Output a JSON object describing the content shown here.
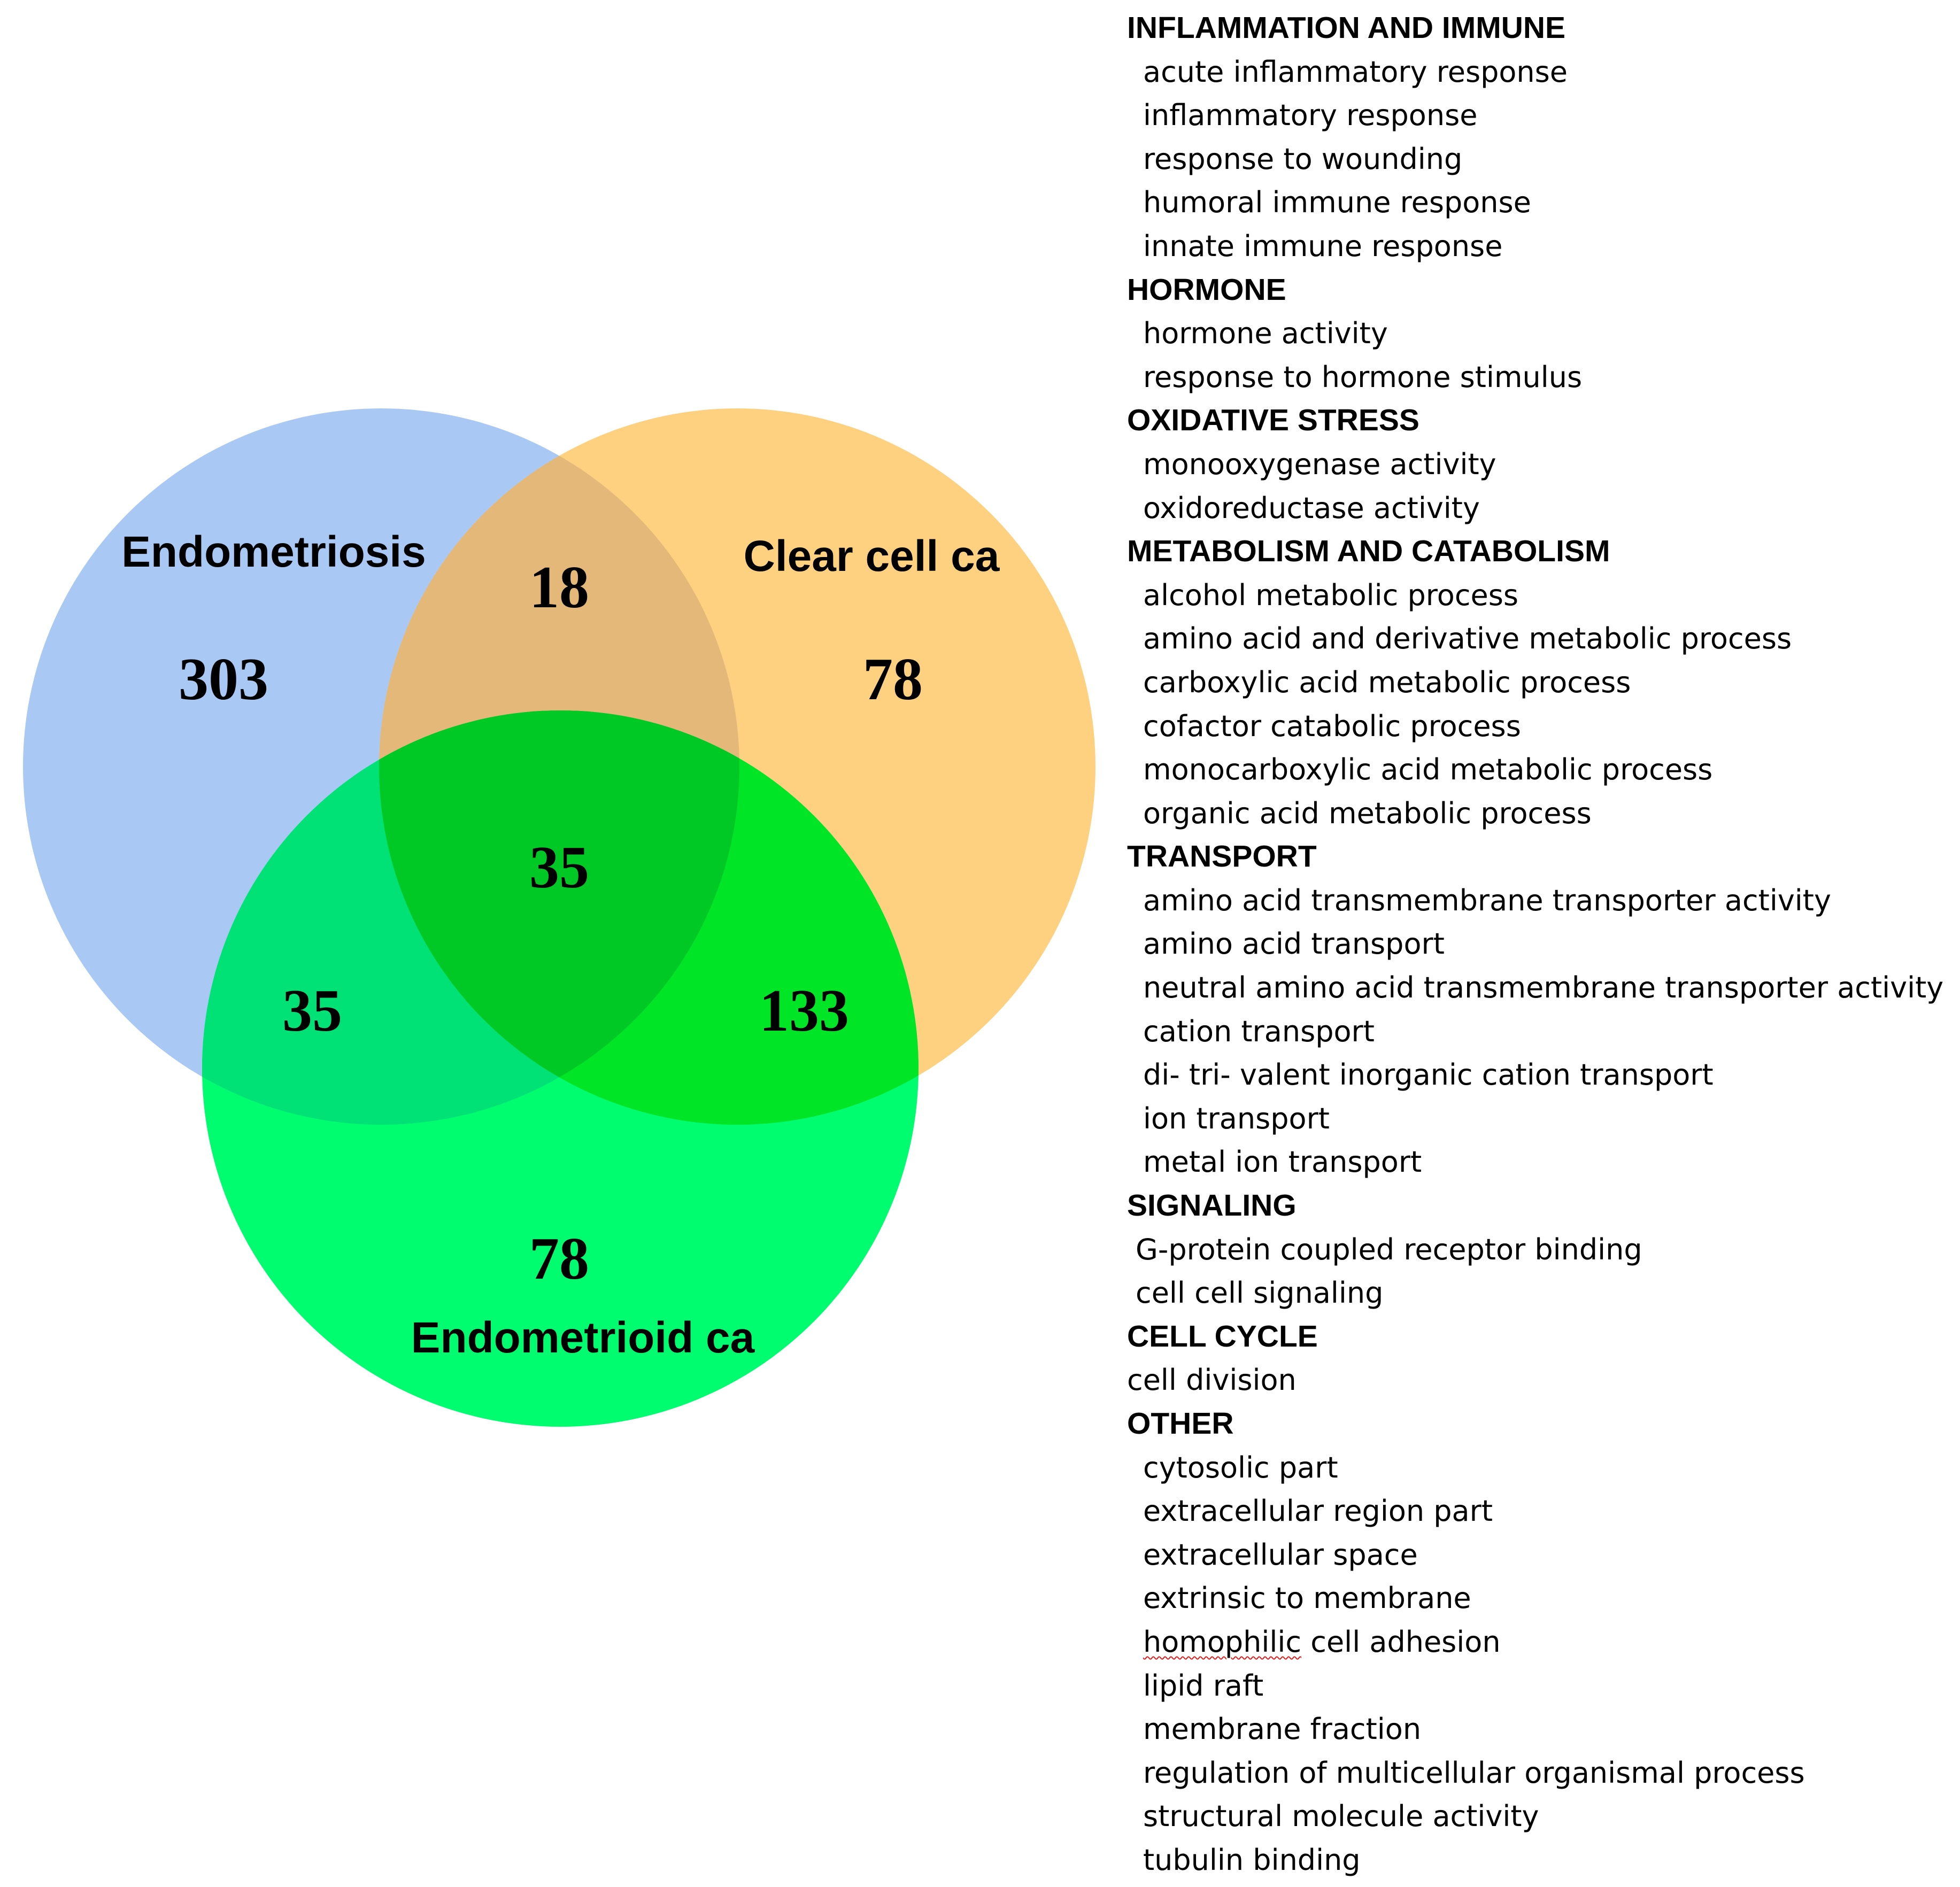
{
  "venn": {
    "sets": [
      {
        "name": "Endometriosis",
        "color": "#A9C9F4"
      },
      {
        "name": "Clear cell ca",
        "color": "#FDD180"
      },
      {
        "name": "Endometrioid ca",
        "color": "#00FD70"
      }
    ],
    "overlap_colors": {
      "endometriosis_clearcell": "#E3B878",
      "endometriosis_endometrioid": "#00E176",
      "clearcell_endometrioid": "#00E525",
      "all_three": "#00C925"
    },
    "counts": {
      "endometriosis_only": "303",
      "clearcell_only": "78",
      "endometrioid_only": "78",
      "endometriosis_clearcell": "18",
      "endometriosis_endometrioid": "35",
      "clearcell_endometrioid": "133",
      "all_three": "35"
    }
  },
  "categories": [
    {
      "heading": "INFLAMMATION AND IMMUNE",
      "terms": [
        {
          "text": "acute inflammatory response"
        },
        {
          "text": "inflammatory response"
        },
        {
          "text": "response to wounding"
        },
        {
          "text": "humoral immune response"
        },
        {
          "text": "innate immune response"
        }
      ]
    },
    {
      "heading": "HORMONE",
      "terms": [
        {
          "text": "hormone activity"
        },
        {
          "text": "response to hormone stimulus"
        }
      ]
    },
    {
      "heading": "OXIDATIVE STRESS",
      "terms": [
        {
          "text": "monooxygenase activity"
        },
        {
          "text": "oxidoreductase activity"
        }
      ]
    },
    {
      "heading": "METABOLISM AND CATABOLISM",
      "terms": [
        {
          "text": "alcohol metabolic process"
        },
        {
          "text": "amino acid and derivative metabolic process"
        },
        {
          "text": "carboxylic acid metabolic process"
        },
        {
          "text": "cofactor catabolic process"
        },
        {
          "text": "monocarboxylic acid metabolic process"
        },
        {
          "text": "organic acid metabolic process"
        }
      ]
    },
    {
      "heading": "TRANSPORT",
      "terms": [
        {
          "text": "amino acid transmembrane transporter activity"
        },
        {
          "text": "amino acid transport"
        },
        {
          "text": "neutral amino acid transmembrane transporter activity"
        },
        {
          "text": "cation transport"
        },
        {
          "text": "di- tri- valent inorganic cation transport"
        },
        {
          "text": "ion transport"
        },
        {
          "text": "metal ion transport"
        }
      ]
    },
    {
      "heading": "SIGNALING",
      "terms": [
        {
          "text": "G-protein coupled receptor binding",
          "indent": "small"
        },
        {
          "text": "cell cell signaling",
          "indent": "small"
        }
      ]
    },
    {
      "heading": "CELL CYCLE",
      "terms": [
        {
          "text": "cell division",
          "indent": "none"
        }
      ]
    },
    {
      "heading": "OTHER",
      "terms": [
        {
          "text": "cytosolic part"
        },
        {
          "text": "extracellular region part"
        },
        {
          "text": "extracellular space"
        },
        {
          "text": "extrinsic to membrane"
        },
        {
          "text": "homophilic cell adhesion",
          "underlined_word": "homophilic",
          "rest": " cell adhesion"
        },
        {
          "text": "lipid raft"
        },
        {
          "text": "membrane fraction"
        },
        {
          "text": "regulation of multicellular organismal process"
        },
        {
          "text": "structural molecule activity"
        },
        {
          "text": "tubulin binding"
        }
      ]
    }
  ]
}
